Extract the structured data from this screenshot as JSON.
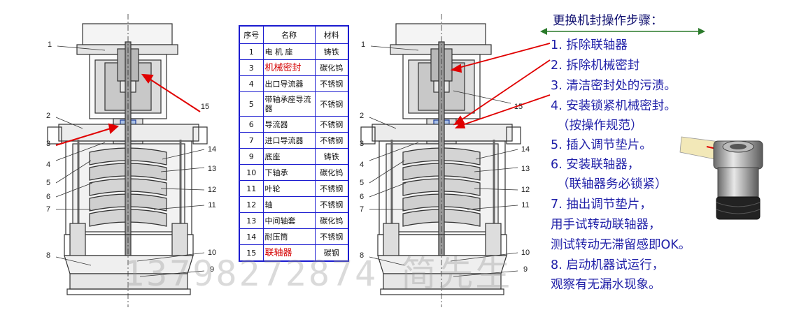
{
  "callouts_left": [
    "1",
    "2",
    "3",
    "4",
    "5",
    "6",
    "7",
    "8",
    "15",
    "14",
    "13",
    "12",
    "11",
    "10",
    "9"
  ],
  "callouts_right": [
    "1",
    "2",
    "3",
    "4",
    "5",
    "6",
    "7",
    "8",
    "15",
    "14",
    "13",
    "12",
    "11",
    "10",
    "9"
  ],
  "table": {
    "headers": [
      "序号",
      "名称",
      "材料"
    ],
    "rows": [
      {
        "no": "1",
        "name": "电 机 座",
        "material": "铸铁",
        "highlight": false
      },
      {
        "no": "3",
        "name": "机械密封",
        "material": "碳化钨",
        "highlight": true
      },
      {
        "no": "4",
        "name": "出口导流器",
        "material": "不锈钢",
        "highlight": false
      },
      {
        "no": "5",
        "name": "带轴承座导流器",
        "material": "不锈钢",
        "highlight": false
      },
      {
        "no": "6",
        "name": "导流器",
        "material": "不锈钢",
        "highlight": false
      },
      {
        "no": "7",
        "name": "进口导流器",
        "material": "不锈钢",
        "highlight": false
      },
      {
        "no": "9",
        "name": "底座",
        "material": "铸铁",
        "highlight": false
      },
      {
        "no": "10",
        "name": "下轴承",
        "material": "碳化钨",
        "highlight": false
      },
      {
        "no": "11",
        "name": "叶轮",
        "material": "不锈钢",
        "highlight": false
      },
      {
        "no": "12",
        "name": "轴",
        "material": "不锈钢",
        "highlight": false
      },
      {
        "no": "13",
        "name": "中间轴套",
        "material": "碳化钨",
        "highlight": false
      },
      {
        "no": "14",
        "name": "耐压筒",
        "material": "不锈钢",
        "highlight": false
      },
      {
        "no": "15",
        "name": "联轴器",
        "material": "碳钢",
        "highlight": true
      }
    ]
  },
  "steps": {
    "title": "更换机封操作步骤：",
    "lines": [
      "1. 拆除联轴器",
      "2. 拆除机械密封",
      "3. 清洁密封处的污渍。",
      "4. 安装锁紧机械密封。",
      "（按操作规范）",
      "5. 插入调节垫片。",
      "6. 安装联轴器，",
      "（联轴器务必锁紧）",
      "7. 抽出调节垫片，",
      "用手试转动联轴器，",
      "测试转动无滞留感即OK。",
      "8. 启动机器试运行，",
      "观察有无漏水现象。"
    ]
  },
  "watermark": "13798272874 简先生",
  "colors": {
    "table_border": "#1b1bd0",
    "highlight_text": "#d40000",
    "arrow": "#e00000",
    "steps_text": "#1f1fa8",
    "step_pointer_arrow": "#2a7a2a"
  }
}
